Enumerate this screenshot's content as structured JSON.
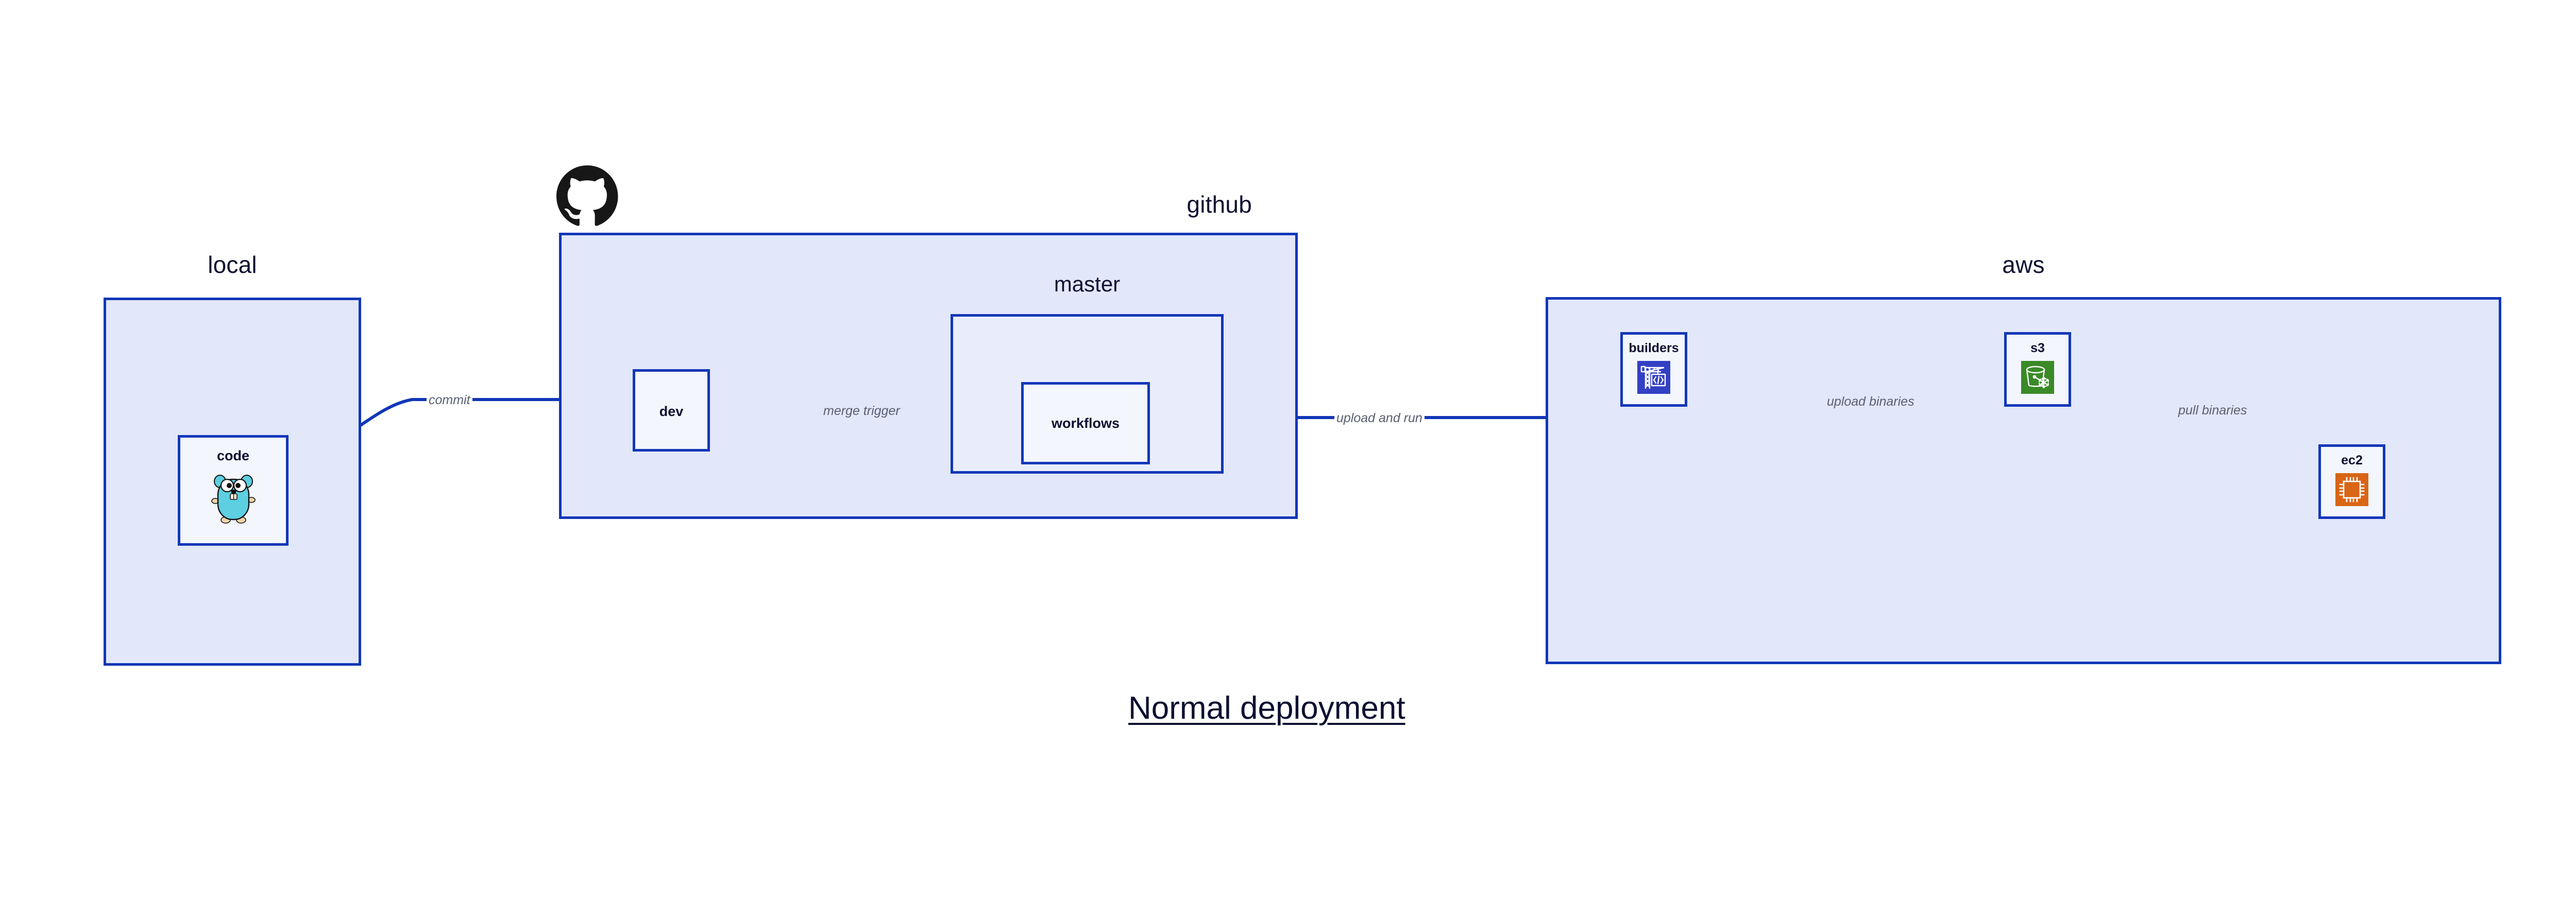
{
  "caption": "Normal deployment",
  "groups": [
    {
      "id": "local",
      "label": "local"
    },
    {
      "id": "github",
      "label": "github"
    },
    {
      "id": "aws",
      "label": "aws"
    }
  ],
  "subgroups": [
    {
      "id": "master",
      "label": "master",
      "parent": "github"
    }
  ],
  "nodes": [
    {
      "id": "code",
      "label": "code",
      "icon": "go-gopher-icon",
      "parent": "local"
    },
    {
      "id": "dev",
      "label": "dev",
      "icon": null,
      "parent": "github"
    },
    {
      "id": "workflows",
      "label": "workflows",
      "icon": null,
      "parent": "master"
    },
    {
      "id": "builders",
      "label": "builders",
      "icon": "aws-builders-crane-icon",
      "parent": "aws"
    },
    {
      "id": "s3",
      "label": "s3",
      "icon": "aws-s3-glacier-bucket-icon",
      "parent": "aws"
    },
    {
      "id": "ec2",
      "label": "ec2",
      "icon": "aws-ec2-chip-icon",
      "parent": "aws"
    }
  ],
  "edges": [
    {
      "id": "code-to-dev",
      "from": "code",
      "to": "dev",
      "label": "commit"
    },
    {
      "id": "dev-to-workflows",
      "from": "dev",
      "to": "workflows",
      "label": "merge trigger"
    },
    {
      "id": "workflows-to-builders",
      "from": "workflows",
      "to": "builders",
      "label": "upload and run"
    },
    {
      "id": "builders-to-s3",
      "from": "builders",
      "to": "s3",
      "label": "upload binaries"
    },
    {
      "id": "s3-to-ec2",
      "from": "s3",
      "to": "ec2",
      "label": "pull binaries"
    }
  ],
  "icons": {
    "github_logo": "github-mark-icon"
  },
  "colors": {
    "border": "#1137b8",
    "group_fill": "#e2e7fa",
    "subgroup_fill": "#e9edfb",
    "node_fill": "#f3f6fd",
    "edge_stroke": "#1137b8",
    "edge_label_text": "#5a6070",
    "label_text": "#0d1030",
    "aws_builders_tile": "#3340c4",
    "aws_s3_tile": "#3a8a28",
    "aws_ec2_tile": "#d96516",
    "gopher_body": "#5ccfe0",
    "canvas": "#ffffff"
  }
}
